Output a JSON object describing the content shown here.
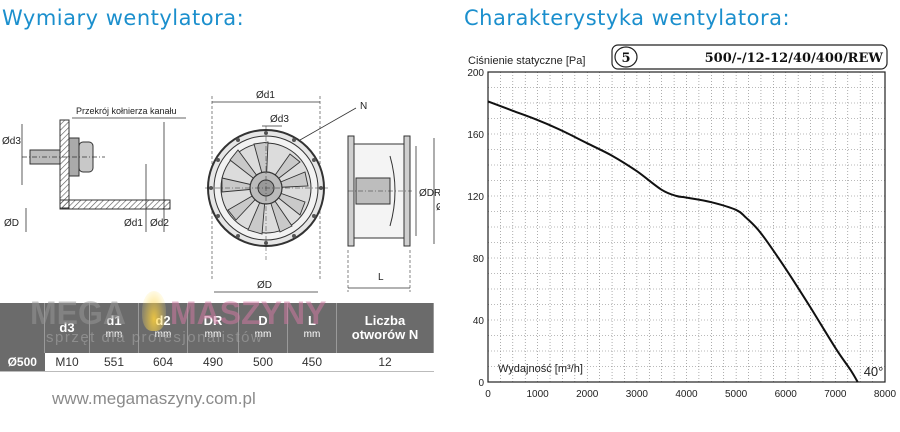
{
  "left_title": "Wymiary wentylatora:",
  "right_title": "Charakterystyka wentylatora:",
  "drawing": {
    "flange_label": "Przekrój kołnierza kanału",
    "labels": {
      "d1": "Ød1",
      "d2": "Ød2",
      "d3": "Ød3",
      "D": "ØD",
      "DR": "ØDR",
      "N": "N",
      "L": "L"
    }
  },
  "table": {
    "headers": [
      {
        "label": "d3",
        "unit": ""
      },
      {
        "label": "d1",
        "unit": "mm"
      },
      {
        "label": "d2",
        "unit": "mm"
      },
      {
        "label": "DR",
        "unit": "mm"
      },
      {
        "label": "D",
        "unit": "mm"
      },
      {
        "label": "L",
        "unit": "mm"
      },
      {
        "label": "Liczba otworów N",
        "unit": ""
      }
    ],
    "row_label": "Ø500",
    "values": [
      "M10",
      "551",
      "604",
      "490",
      "500",
      "450",
      "12"
    ]
  },
  "watermark": {
    "brand_left": "MEGA",
    "brand_right": "MASZYNY",
    "tagline": "sprzęt dla profesjonalistów"
  },
  "website": "www.megamaszyny.com.pl",
  "chart_data": {
    "type": "line",
    "model_badge": "5",
    "model": "500/-/12-12/40/400/REW",
    "ylabel": "Ciśnienie statyczne [Pa]",
    "xlabel": "Wydajność [m³/h]",
    "angle_label": "40°",
    "xlim": [
      0,
      8000
    ],
    "ylim": [
      0,
      200
    ],
    "xticks": [
      0,
      1000,
      2000,
      3000,
      4000,
      5000,
      6000,
      7000,
      8000
    ],
    "yticks": [
      0,
      40,
      80,
      120,
      160,
      200
    ],
    "grid": true,
    "x": [
      0,
      500,
      1000,
      1500,
      2000,
      2500,
      3000,
      3500,
      3800,
      4000,
      4500,
      5000,
      5200,
      5500,
      6000,
      6500,
      7000,
      7300,
      7450
    ],
    "y": [
      181,
      175,
      169,
      162,
      154,
      146,
      136,
      124,
      120,
      119,
      116,
      111,
      106,
      96,
      73,
      48,
      22,
      8,
      0
    ]
  }
}
